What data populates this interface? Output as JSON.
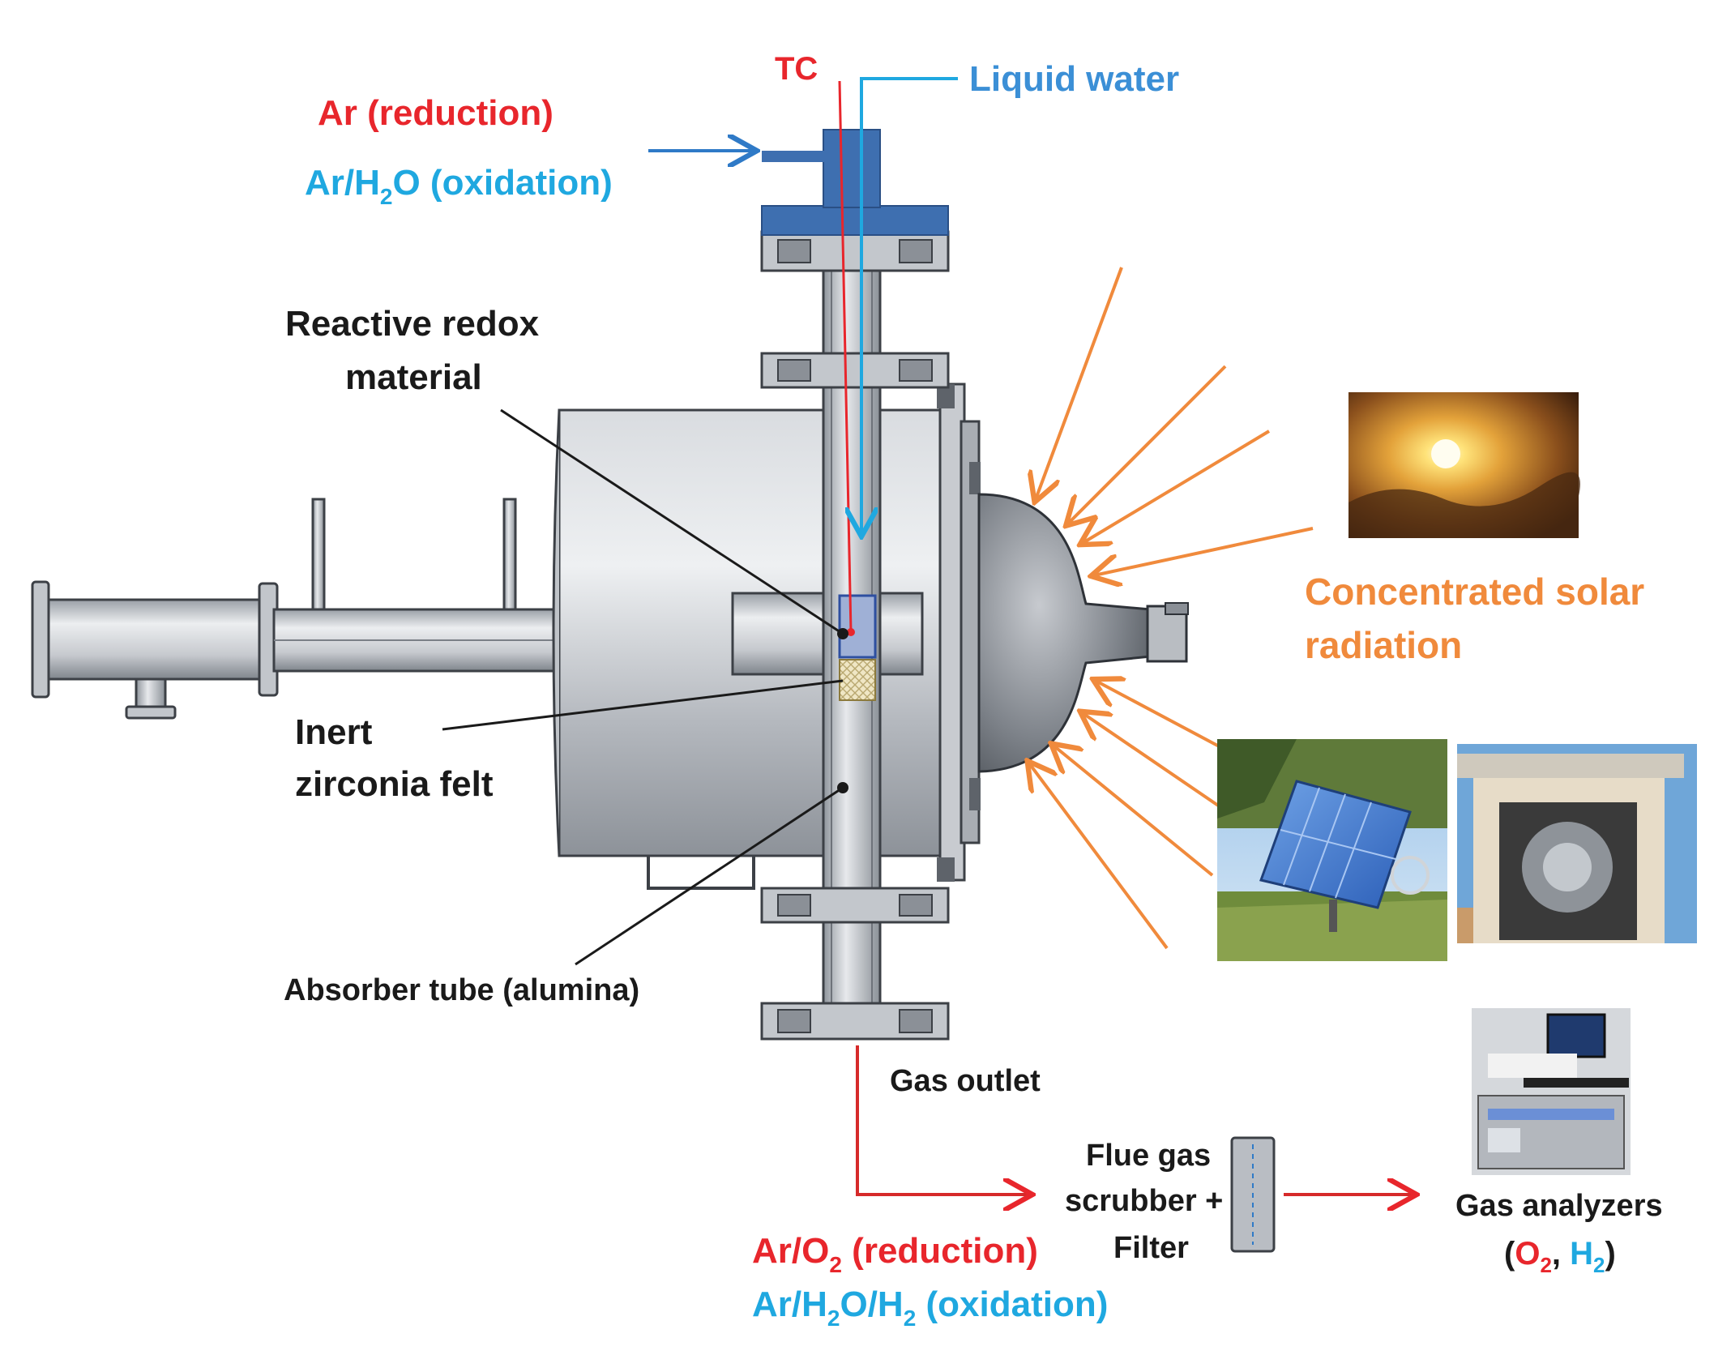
{
  "colors": {
    "red": "#e8262c",
    "blue": "#1fa8e0",
    "orange": "#f08a3c",
    "black": "#1a1a1a",
    "steel_dark": "#5a5f66",
    "steel_mid": "#a9adb3",
    "steel_light": "#e3e5e8",
    "flange_blue": "#3e6fb0"
  },
  "labels": {
    "tc": "TC",
    "liquid_water": "Liquid water",
    "ar_reduction": "Ar (reduction)",
    "ar_h2o_prefix": "Ar/H",
    "ar_h2o_sub": "2",
    "ar_h2o_suffix": "O (oxidation)",
    "reactive_line1": "Reactive redox",
    "reactive_line2": "material",
    "inert_line1": "Inert",
    "inert_line2": "zirconia felt",
    "absorber": "Absorber tube (alumina)",
    "solar_line1": "Concentrated solar",
    "solar_line2": "radiation",
    "gas_outlet": "Gas outlet",
    "flue_line1": "Flue gas",
    "flue_line2": "scrubber +",
    "flue_line3": "Filter",
    "ar_o2_prefix": "Ar/O",
    "ar_o2_sub": "2",
    "ar_o2_suffix": " (reduction)",
    "oxid_prefix": "Ar/H",
    "oxid_sub1": "2",
    "oxid_mid": "O/H",
    "oxid_sub2": "2",
    "oxid_suffix": " (oxidation)",
    "analyzers_line1": "Gas analyzers",
    "analyzers_open": "(",
    "analyzers_o": "O",
    "analyzers_o_sub": "2",
    "analyzers_comma": ", ",
    "analyzers_h": "H",
    "analyzers_h_sub": "2",
    "analyzers_close": ")"
  },
  "icons": {
    "sun_photo": "sun-photo-icon",
    "heliostat_photo": "heliostat-photo-icon",
    "reactor_housing_photo": "reactor-housing-photo-icon",
    "analyzer_photo": "analyzer-photo-icon"
  }
}
